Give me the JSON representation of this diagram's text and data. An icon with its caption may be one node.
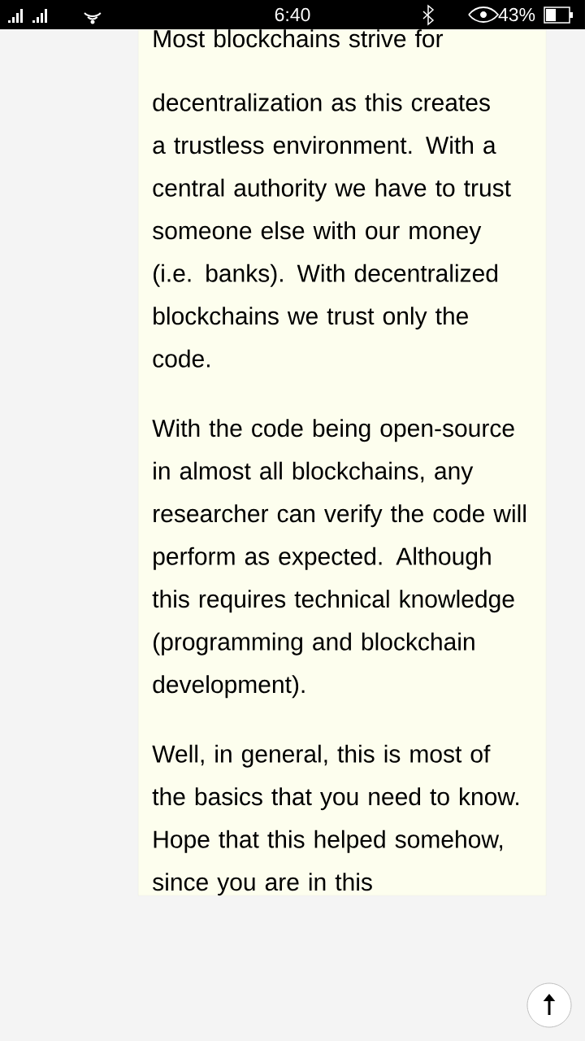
{
  "diagram": {
    "nodes": [
      {
        "text": [
          "Most blockchains strive for decentralization as this creates a trustless environment. With a central authority we have to trust someone else with our money (i.e. banks). With decentralized blockchains we trust only the code.",
          "With the code being open-source in almost all blockchains, any researcher can verify the code will perform as expected. Although this requires technical knowledge (programming and blockchain development).",
          "Well, in general, this is most of the basics that you need to know. Hope that this helped somehow, since you are in this"
        ]
      }
    ],
    "labels": [
      "6:40",
      "43%"
    ]
  }
}
